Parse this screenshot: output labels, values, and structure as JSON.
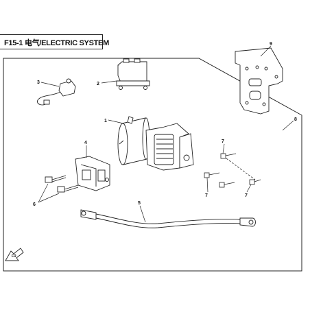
{
  "header": {
    "title": "F15-1 电气/ELECTRIC SYSTEM"
  },
  "callouts": [
    "1",
    "2",
    "3",
    "4",
    "5",
    "6",
    "7",
    "7",
    "7",
    "8",
    "9"
  ],
  "footer": {
    "orientation_label": "FR"
  }
}
